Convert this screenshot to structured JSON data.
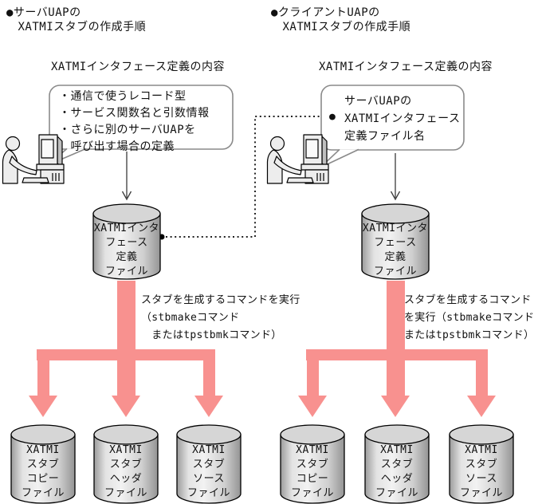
{
  "title_left": "●サーバUAPの\n　XATMIスタブの作成手順",
  "title_right": "●クライアントUAPの\n　XATMIスタブの作成手順",
  "left": {
    "section_label": "XATMIインタフェース定義の内容",
    "note": "・通信で使うレコード型\n・サービス関数名と引数情報\n・さらに別のサーバUAPを\n　呼び出す場合の定義",
    "source_db": "XATMIインタ\nフェース\n定義\nファイル",
    "command": "スタブを生成するコマンドを実行\n（stbmakeコマンド\n　またはtpstbmkコマンド）",
    "outputs": [
      "XATMI\nスタブ\nコピー\nファイル",
      "XATMI\nスタブ\nヘッダ\nファイル",
      "XATMI\nスタブ\nソース\nファイル"
    ]
  },
  "right": {
    "section_label": "XATMIインタフェース定義の内容",
    "note_bullet": "●",
    "note": "サーバUAPの\nXATMIインタフェース\n定義ファイル名",
    "source_db": "XATMIインタ\nフェース\n定義\nファイル",
    "command": "スタブを生成するコマンド\nを実行（stbmakeコマンド\nまたはtpstbmkコマンド）",
    "outputs": [
      "XATMI\nスタブ\nコピー\nファイル",
      "XATMI\nスタブ\nヘッダ\nファイル",
      "XATMI\nスタブ\nソース\nファイル"
    ]
  },
  "colors": {
    "arrow_pink": "#F8918F",
    "cylinder_highlight": "#f2f2f2",
    "cylinder_shadow": "#969696",
    "balloon_border": "#8a8a8a",
    "line": "#000000"
  }
}
